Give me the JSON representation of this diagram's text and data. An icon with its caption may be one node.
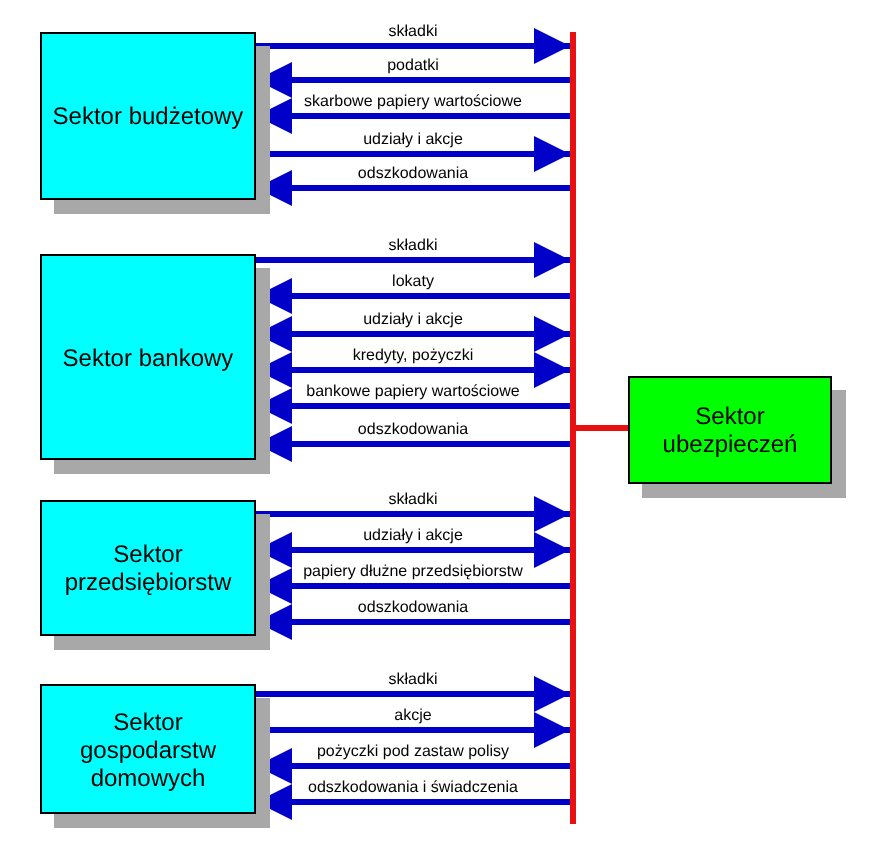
{
  "diagram": {
    "nodes": [
      {
        "text": [
          "Sektor budżetowy"
        ]
      },
      {
        "text": [
          "Sektor bankowy"
        ]
      },
      {
        "text": [
          "Sektor przedsiębiorstw"
        ]
      },
      {
        "text": [
          "Sektor gospodarstw domowych"
        ]
      },
      {
        "text": [],
        "shape": "bar"
      },
      {
        "text": [
          "Sektor ubezpieczeń"
        ]
      }
    ],
    "edges": [
      {
        "from": 0,
        "to": 4,
        "arrow": "to",
        "label": "składki"
      },
      {
        "from": 4,
        "to": 0,
        "arrow": "to",
        "label": "podatki"
      },
      {
        "from": 4,
        "to": 0,
        "arrow": "to",
        "label": "skarbowe papiery wartościowe"
      },
      {
        "from": 0,
        "to": 4,
        "arrow": "to",
        "label": "udziały i akcje"
      },
      {
        "from": 4,
        "to": 0,
        "arrow": "to",
        "label": "odszkodowania"
      },
      {
        "from": 1,
        "to": 4,
        "arrow": "to",
        "label": "składki"
      },
      {
        "from": 4,
        "to": 1,
        "arrow": "to",
        "label": "lokaty"
      },
      {
        "from": 1,
        "to": 4,
        "arrow": "both",
        "label": "udziały i akcje"
      },
      {
        "from": 1,
        "to": 4,
        "arrow": "both",
        "label": "kredyty, pożyczki"
      },
      {
        "from": 4,
        "to": 1,
        "arrow": "to",
        "label": "bankowe papiery wartościowe"
      },
      {
        "from": 4,
        "to": 1,
        "arrow": "to",
        "label": "odszkodowania"
      },
      {
        "from": 2,
        "to": 4,
        "arrow": "to",
        "label": "składki"
      },
      {
        "from": 2,
        "to": 4,
        "arrow": "both",
        "label": "udziały i akcje"
      },
      {
        "from": 4,
        "to": 2,
        "arrow": "to",
        "label": "papiery dłużne przedsiębiorstw"
      },
      {
        "from": 4,
        "to": 2,
        "arrow": "to",
        "label": "odszkodowania"
      },
      {
        "from": 3,
        "to": 4,
        "arrow": "to",
        "label": "składki"
      },
      {
        "from": 3,
        "to": 4,
        "arrow": "to",
        "label": "akcje"
      },
      {
        "from": 4,
        "to": 3,
        "arrow": "to",
        "label": "pożyczki pod zastaw polisy"
      },
      {
        "from": 4,
        "to": 3,
        "arrow": "to",
        "label": "odszkodowania i świadczenia"
      },
      {
        "from": 4,
        "to": 5,
        "arrow": "none",
        "color": "#e81010"
      }
    ]
  }
}
